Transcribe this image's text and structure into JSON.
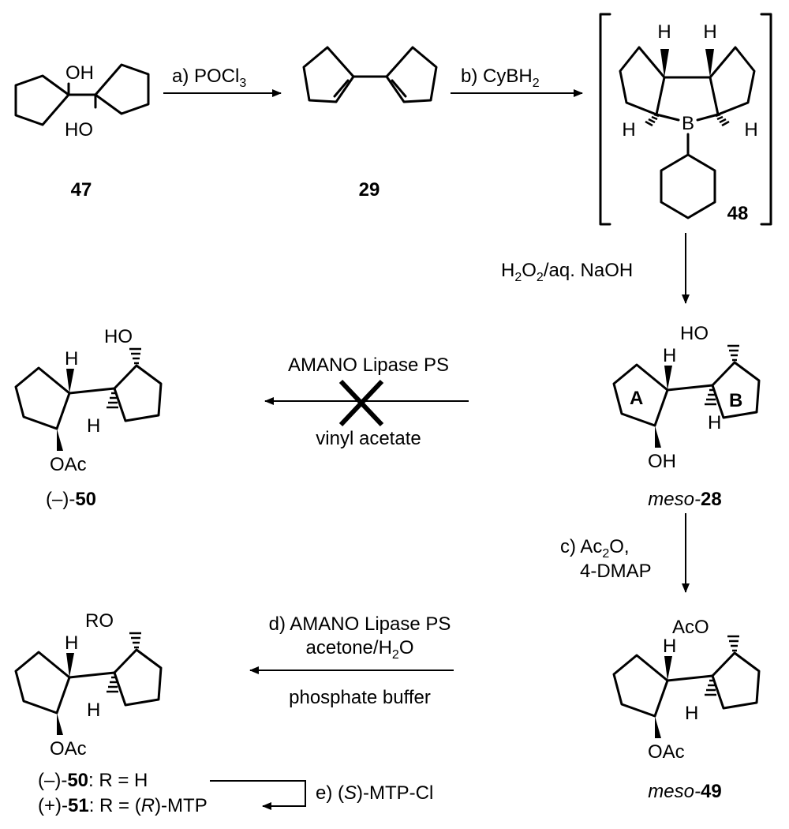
{
  "compounds": {
    "c47": {
      "number": "47",
      "oh_top": "OH",
      "oh_bottom": "HO"
    },
    "c29": {
      "number": "29"
    },
    "c48": {
      "number": "48",
      "boron": "B",
      "h": "H"
    },
    "c28": {
      "prefix": "meso-",
      "number": "28",
      "ho": "HO",
      "oh": "OH",
      "h": "H",
      "ring_a": "A",
      "ring_b": "B"
    },
    "c50_top": {
      "prefix": "(–)-",
      "number": "50",
      "ho": "HO",
      "oac": "OAc",
      "h": "H"
    },
    "c49": {
      "prefix": "meso-",
      "number": "49",
      "aco": "AcO",
      "oac": "OAc",
      "h": "H"
    },
    "c50_bottom": {
      "ro": "RO",
      "oac": "OAc",
      "h": "H"
    }
  },
  "steps": {
    "a": {
      "prefix": "a) POCl",
      "sub": "3"
    },
    "b": {
      "prefix": "b) CyBH",
      "sub": "2"
    },
    "oxidation": {
      "part1": "H",
      "sub1": "2",
      "part2": "O",
      "sub2": "2",
      "part3": "/aq. NaOH"
    },
    "lipase_failed": {
      "line1": "AMANO Lipase PS",
      "line2": "vinyl acetate"
    },
    "c": {
      "line1_prefix": "c) Ac",
      "line1_sub": "2",
      "line1_suffix": "O,",
      "line2": "4-DMAP"
    },
    "d": {
      "line1": "d) AMANO Lipase PS",
      "line2_prefix": "acetone/H",
      "line2_sub": "2",
      "line2_suffix": "O",
      "line3": "phosphate buffer"
    },
    "e": {
      "p1": "e) (",
      "p2": "S",
      "p3": ")-MTP-Cl"
    }
  },
  "products": {
    "row1": {
      "prefix": "(–)-",
      "number": "50",
      "suffix": ": R = H"
    },
    "row2": {
      "prefix": "(+)-",
      "number": "51",
      "mid": ": R = (",
      "ital": "R",
      "suffix": ")-MTP"
    }
  }
}
